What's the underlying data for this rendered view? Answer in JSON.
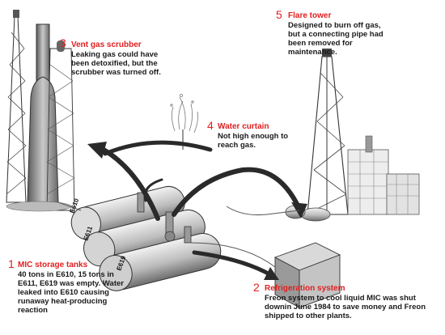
{
  "colors": {
    "accent": "#e02020",
    "ink": "#1a1a1a",
    "shade": "#8a8a8a"
  },
  "callouts": [
    {
      "number": "1",
      "title": "MIC storage tanks",
      "text": "40 tons in E610, 15 tons in E611, E619 was empty. Water leaked into E610 causing runaway heat-producing reaction"
    },
    {
      "number": "2",
      "title": "Refrigeration system",
      "text": "Freon system to cool liquid MIC was shut downin June 1984 to save money and Freon shipped to other plants."
    },
    {
      "number": "3",
      "title": "Vent gas scrubber",
      "text": "Leaking gas could have been detoxified, but the scrubber was turned off."
    },
    {
      "number": "4",
      "title": "Water curtain",
      "text": "Not high enough to reach gas."
    },
    {
      "number": "5",
      "title": "Flare tower",
      "text": "Designed to burn off gas, but a connecting pipe had been removed for maintenance."
    }
  ],
  "tank_labels": [
    "E610",
    "E611",
    "E619"
  ]
}
